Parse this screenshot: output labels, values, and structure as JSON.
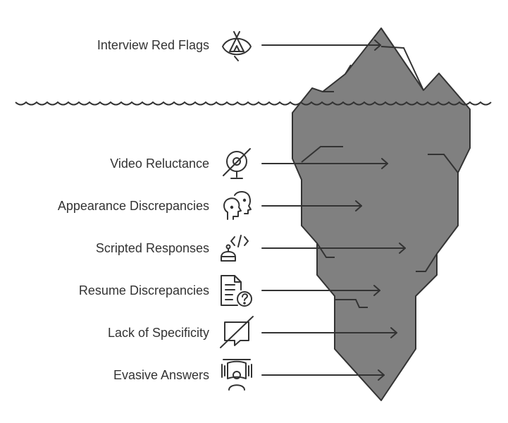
{
  "diagram": {
    "top_label": "Interview Red Flags",
    "items": [
      {
        "label": "Video Reluctance",
        "icon": "no-video-camera-icon"
      },
      {
        "label": "Appearance Discrepancies",
        "icon": "two-faces-icon"
      },
      {
        "label": "Scripted Responses",
        "icon": "robot-code-icon"
      },
      {
        "label": "Resume Discrepancies",
        "icon": "document-question-icon"
      },
      {
        "label": "Lack of Specificity",
        "icon": "slashed-chat-bubble-icon"
      },
      {
        "label": "Evasive Answers",
        "icon": "masked-person-icon"
      }
    ],
    "colors": {
      "iceberg": "#808080",
      "stroke": "#333333",
      "text": "#333333"
    }
  }
}
